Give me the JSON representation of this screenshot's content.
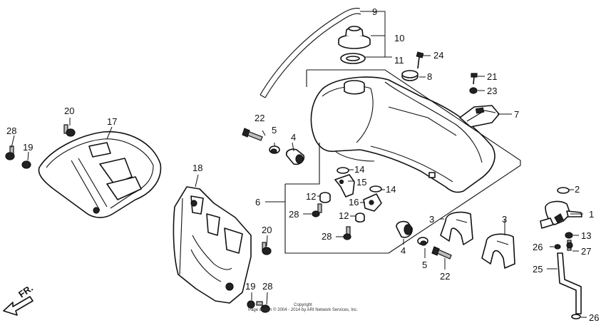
{
  "diagram": {
    "callouts": {
      "c1": "1",
      "c2": "2",
      "c3a": "3",
      "c3b": "3",
      "c4a": "4",
      "c4b": "4",
      "c5a": "5",
      "c5b": "5",
      "c6": "6",
      "c7": "7",
      "c8": "8",
      "c9": "9",
      "c10": "10",
      "c11": "11",
      "c12a": "12",
      "c12b": "12",
      "c13": "13",
      "c14a": "14",
      "c14b": "14",
      "c15": "15",
      "c16": "16",
      "c17": "17",
      "c18": "18",
      "c19a": "19",
      "c19b": "19",
      "c20a": "20",
      "c20b": "20",
      "c21": "21",
      "c22a": "22",
      "c22b": "22",
      "c23": "23",
      "c24": "24",
      "c25": "25",
      "c26a": "26",
      "c26b": "26",
      "c27": "27",
      "c28a": "28",
      "c28b": "28",
      "c28c": "28",
      "c28d": "28"
    },
    "direction_label": "FR.",
    "copyright_line1": "Copyright",
    "copyright_line2": "Page design © 2004 - 2014 by ARI Network Services, Inc."
  }
}
